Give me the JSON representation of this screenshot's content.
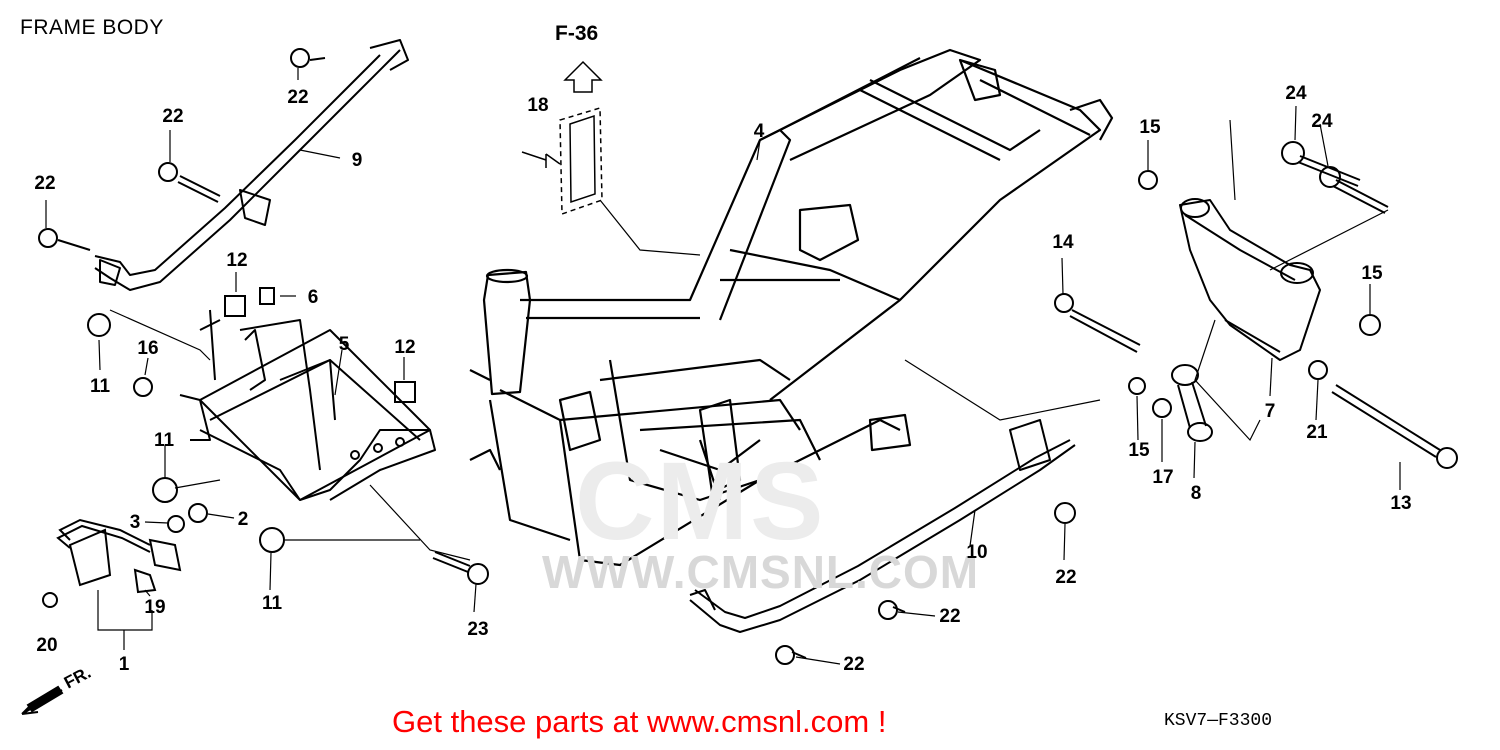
{
  "diagram": {
    "title": "FRAME BODY",
    "reference": "F-36",
    "direction_label": "FR.",
    "drawing_number": "KSV7—F3300",
    "footer_link": "Get these parts at www.cmsnl.com !",
    "watermark_url": "WWW.CMSNL.COM",
    "watermark_brand": "CMS"
  },
  "callouts": [
    {
      "id": "c22a",
      "label": "22"
    },
    {
      "id": "c22b",
      "label": "22"
    },
    {
      "id": "c22c",
      "label": "22"
    },
    {
      "id": "c9",
      "label": "9"
    },
    {
      "id": "c12a",
      "label": "12"
    },
    {
      "id": "c6",
      "label": "6"
    },
    {
      "id": "c5",
      "label": "5"
    },
    {
      "id": "c12b",
      "label": "12"
    },
    {
      "id": "c16",
      "label": "16"
    },
    {
      "id": "c11a",
      "label": "11"
    },
    {
      "id": "c11b",
      "label": "11"
    },
    {
      "id": "c11c",
      "label": "11"
    },
    {
      "id": "c3",
      "label": "3"
    },
    {
      "id": "c2",
      "label": "2"
    },
    {
      "id": "c19",
      "label": "19"
    },
    {
      "id": "c20",
      "label": "20"
    },
    {
      "id": "c1",
      "label": "1"
    },
    {
      "id": "c23",
      "label": "23"
    },
    {
      "id": "c18",
      "label": "18"
    },
    {
      "id": "c4",
      "label": "4"
    },
    {
      "id": "c10",
      "label": "10"
    },
    {
      "id": "c22d",
      "label": "22"
    },
    {
      "id": "c22e",
      "label": "22"
    },
    {
      "id": "c22f",
      "label": "22"
    },
    {
      "id": "c14",
      "label": "14"
    },
    {
      "id": "c15a",
      "label": "15"
    },
    {
      "id": "c24a",
      "label": "24"
    },
    {
      "id": "c24b",
      "label": "24"
    },
    {
      "id": "c15b",
      "label": "15"
    },
    {
      "id": "c7",
      "label": "7"
    },
    {
      "id": "c21",
      "label": "21"
    },
    {
      "id": "c13",
      "label": "13"
    },
    {
      "id": "c15c",
      "label": "15"
    },
    {
      "id": "c17",
      "label": "17"
    },
    {
      "id": "c8",
      "label": "8"
    }
  ]
}
